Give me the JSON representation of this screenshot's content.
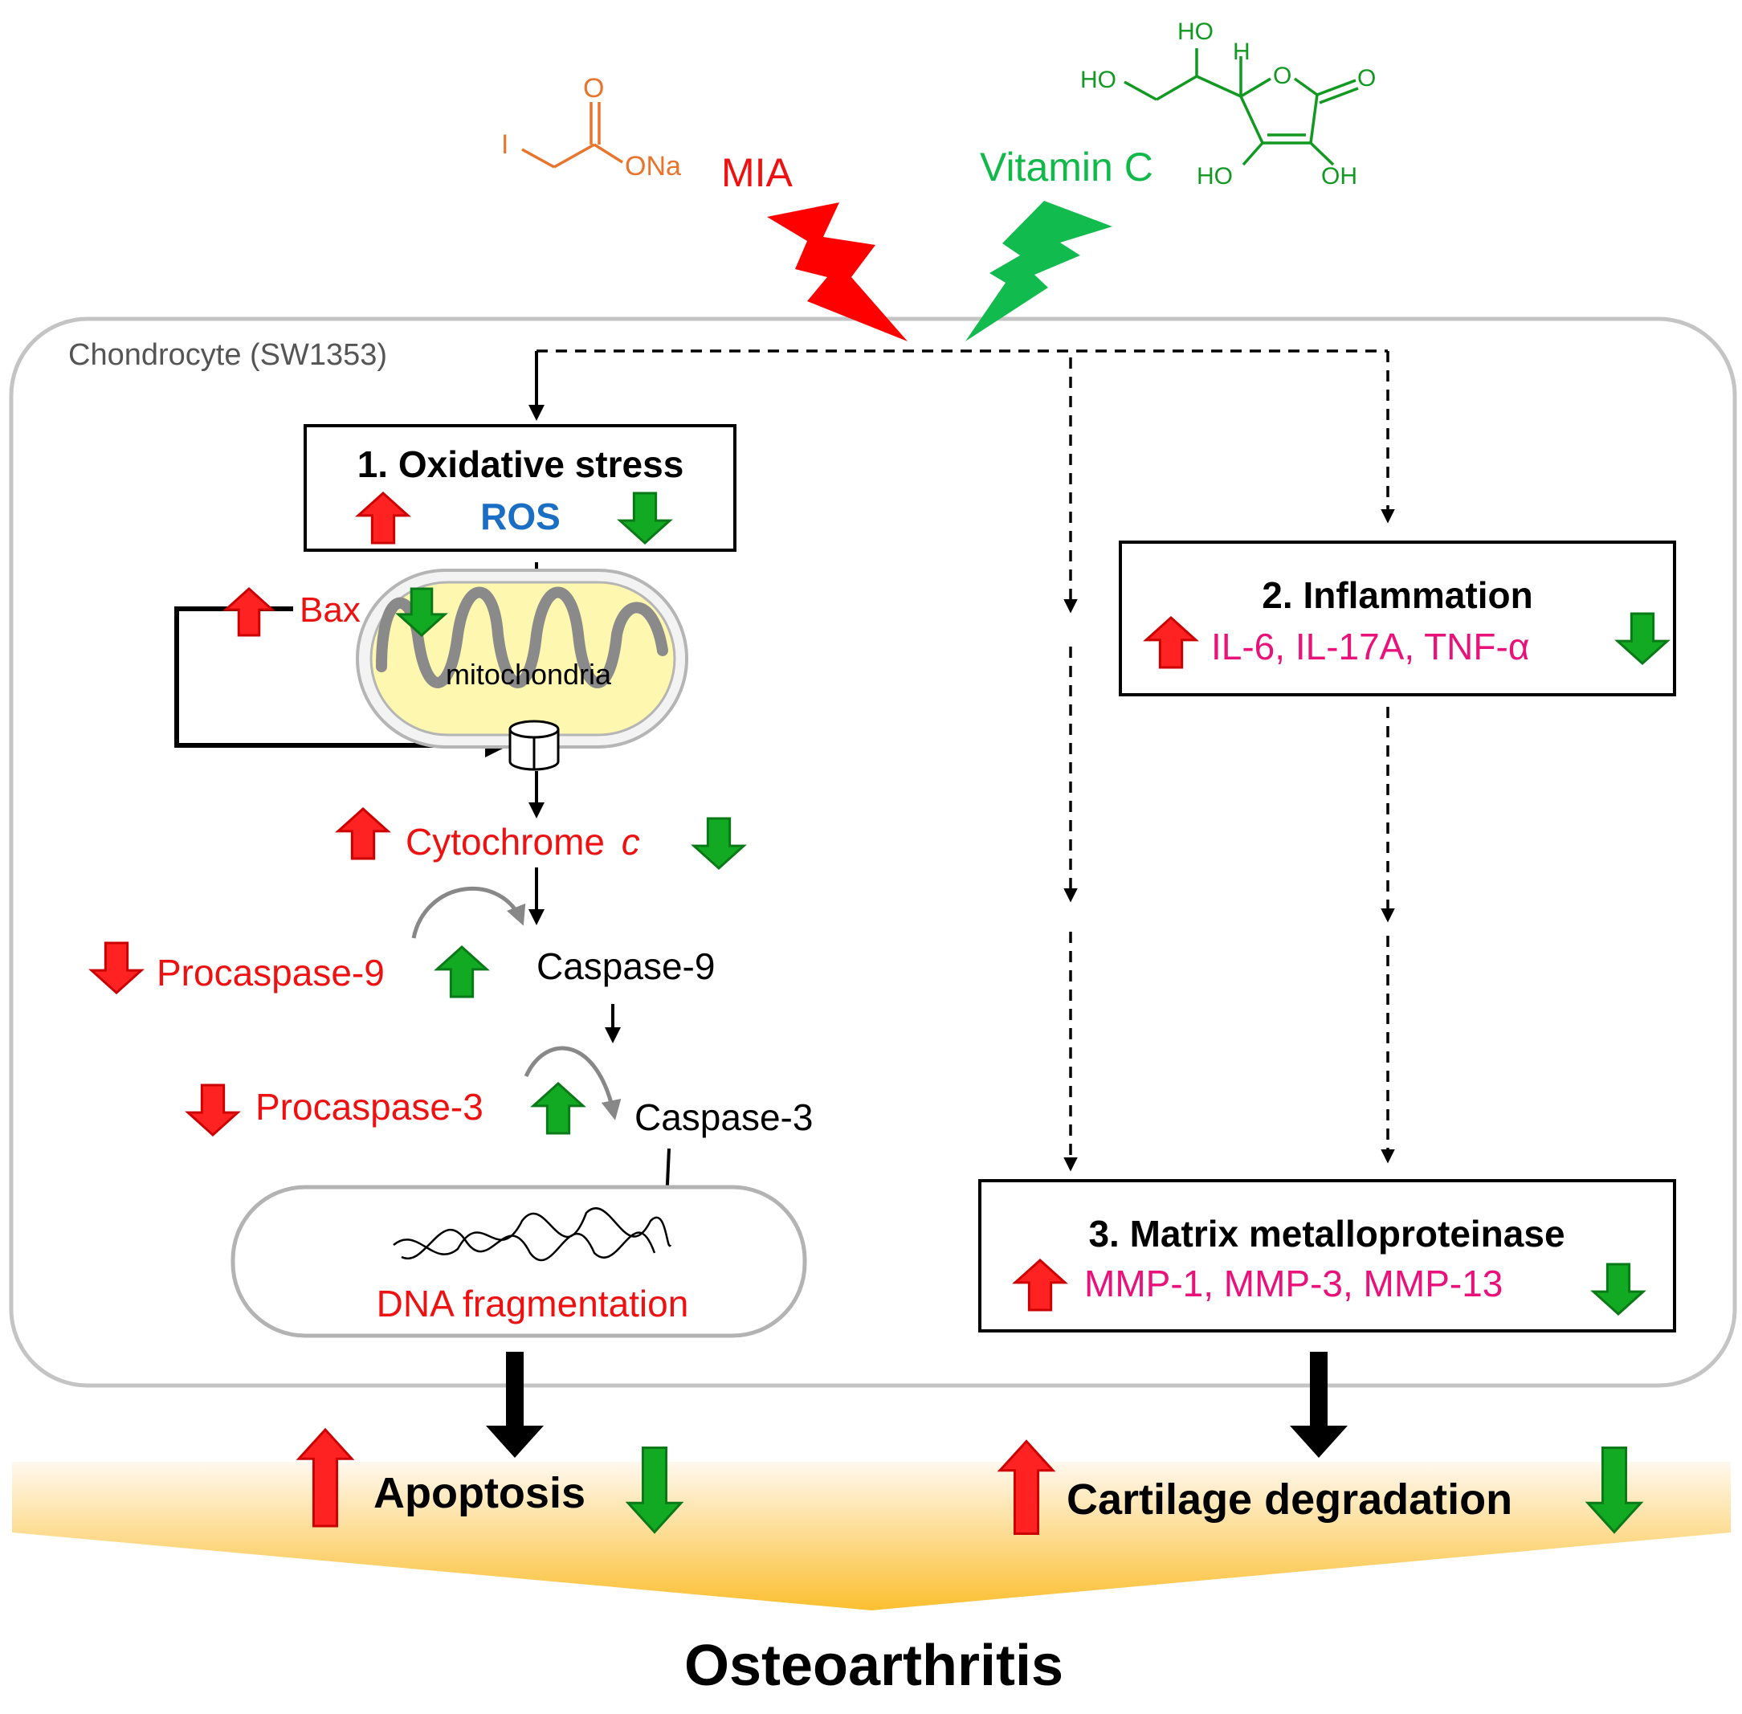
{
  "agents": {
    "mia": {
      "label": "MIA",
      "color": "#ff0000"
    },
    "vitamin_c": {
      "label": "Vitamin C",
      "color": "#11b84a"
    }
  },
  "chemistry": {
    "mia_structure": {
      "atom_i": "I",
      "atom_o": "O",
      "group_ona": "ONa"
    },
    "vitc_structure": {
      "ho_top": "HO",
      "ho_left": "HO",
      "h": "H",
      "o_ring": "O",
      "o_keto": "O",
      "ho_bottom": "HO",
      "oh_bottom": "OH"
    }
  },
  "cell": {
    "label": "Chondrocyte (SW1353)"
  },
  "box1": {
    "title": "1. Oxidative  stress",
    "marker": "ROS",
    "marker_color": "#1a6fc4"
  },
  "mito": {
    "bax": "Bax",
    "label": "mitochondria",
    "cytochrome": "Cytochrome",
    "cytochrome_italic": "c"
  },
  "caspase": {
    "procaspase9": "Procaspase-9",
    "caspase9": "Caspase-9",
    "procaspase3": "Procaspase-3",
    "caspase3": "Caspase-3"
  },
  "dna": {
    "label": "DNA fragmentation"
  },
  "box2": {
    "title": "2. Inflammation",
    "items": "IL-6,  IL-17A,  TNF-α"
  },
  "box3": {
    "title": "3. Matrix metalloproteinase",
    "items": "MMP-1,  MMP-3,  MMP-13"
  },
  "outcomes": {
    "apoptosis": "Apoptosis",
    "cartilage": "Cartilage degradation",
    "disease": "Osteoarthritis"
  },
  "colors": {
    "up_arrow": "#ff2222",
    "down_arrow_green": "#11aa22",
    "mito_fill": "#fdf7b0",
    "gradient_top": "#fff6e8",
    "gradient_bottom": "#fbb928"
  }
}
